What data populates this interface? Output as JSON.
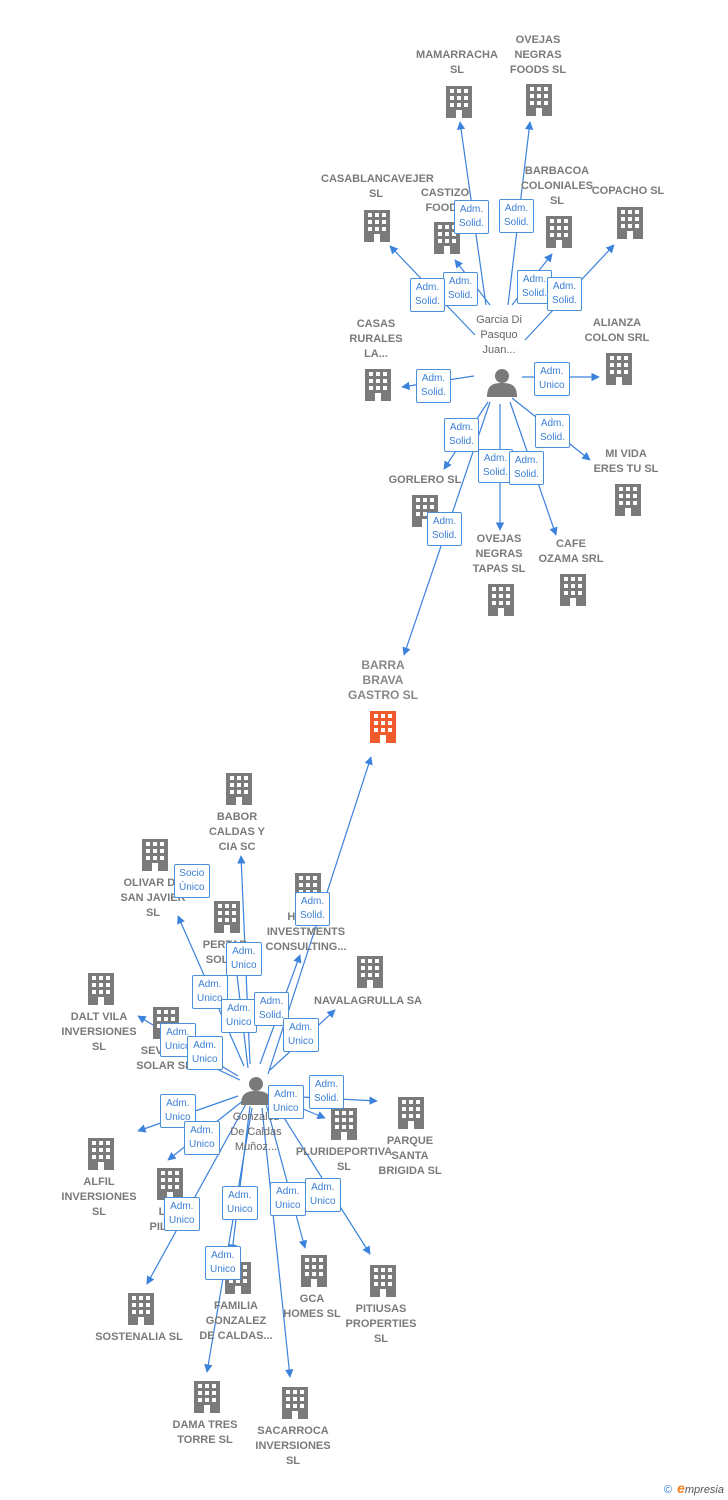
{
  "colors": {
    "edge": "#3b82dc",
    "building": "#7a7a7a",
    "center_building": "#f15a2b",
    "person": "#7a7a7a",
    "role_border": "#4a90d9"
  },
  "persons": [
    {
      "id": "p1",
      "label": "Garcia Di\nPasquo\nJuan..."
    },
    {
      "id": "p2",
      "label": "Gonzalez\nDe Caldas\nMuñoz..."
    }
  ],
  "companies": [
    {
      "id": "center",
      "label": "BARRA\nBRAVA\nGASTRO  SL",
      "is_center": true
    },
    {
      "id": "c1",
      "label": "MAMARRACHA\nSL"
    },
    {
      "id": "c2",
      "label": "OVEJAS\nNEGRAS\nFOODS  SL"
    },
    {
      "id": "c3",
      "label": "CASABLANCAVEJER\nSL"
    },
    {
      "id": "c4",
      "label": "CASTIZO\nFOODS"
    },
    {
      "id": "c5",
      "label": "BARBACOA\nCOLONIALES\nSL"
    },
    {
      "id": "c6",
      "label": "COPACHO  SL"
    },
    {
      "id": "c7",
      "label": "CASAS\nRURALES\nLA..."
    },
    {
      "id": "c8",
      "label": "ALIANZA\nCOLON SRL"
    },
    {
      "id": "c9",
      "label": "MI VIDA\nERES TU  SL"
    },
    {
      "id": "c10",
      "label": "GORLERO  SL"
    },
    {
      "id": "c11",
      "label": "OVEJAS\nNEGRAS\nTAPAS  SL"
    },
    {
      "id": "c12",
      "label": "CAFE\nOZAMA SRL"
    },
    {
      "id": "d1",
      "label": "BABOR\nCALDAS Y\nCIA SC"
    },
    {
      "id": "d2",
      "label": "OLIVAR DE\nSAN JAVIER\nSL"
    },
    {
      "id": "d3",
      "label": "HOTEL\nINVESTMENTS\nCONSULTING..."
    },
    {
      "id": "d4",
      "label": "PERTAR\nSOLAR"
    },
    {
      "id": "d5",
      "label": "NAVALAGRULLA SA"
    },
    {
      "id": "d6",
      "label": "DALT VILA\nINVERSIONES\nSL"
    },
    {
      "id": "d7",
      "label": "SEVILLA\nSOLAR SL"
    },
    {
      "id": "d8",
      "label": "PLURIDEPORTIVA\nSL"
    },
    {
      "id": "d9",
      "label": "PARQUE\nSANTA\nBRIGIDA  SL"
    },
    {
      "id": "d10",
      "label": "ALFIL\nINVERSIONES\nSL"
    },
    {
      "id": "d11",
      "label": "LA\nPILAR"
    },
    {
      "id": "d12",
      "label": "SOSTENALIA SL"
    },
    {
      "id": "d13",
      "label": "FAMILIA\nGONZALEZ\nDE CALDAS..."
    },
    {
      "id": "d14",
      "label": "GCA\nHOMES  SL"
    },
    {
      "id": "d15",
      "label": "PITIUSAS\nPROPERTIES\nSL"
    },
    {
      "id": "d16",
      "label": "DAMA TRES\nTORRE  SL"
    },
    {
      "id": "d17",
      "label": "SACARROCA\nINVERSIONES\nSL"
    }
  ],
  "roles": [
    {
      "id": "r1",
      "label": "Adm.\nSolid."
    },
    {
      "id": "r2",
      "label": "Adm.\nSolid."
    },
    {
      "id": "r3",
      "label": "Adm.\nSolid."
    },
    {
      "id": "r4",
      "label": "Adm.\nSolid."
    },
    {
      "id": "r5",
      "label": "Adm.\nSolid."
    },
    {
      "id": "r6",
      "label": "Adm.\nSolid."
    },
    {
      "id": "r7",
      "label": "Adm.\nSolid."
    },
    {
      "id": "r8",
      "label": "Adm.\nUnico"
    },
    {
      "id": "r9",
      "label": "Adm.\nSolid."
    },
    {
      "id": "r10",
      "label": "Adm.\nSolid."
    },
    {
      "id": "r11",
      "label": "Adm.\nSolid."
    },
    {
      "id": "r12",
      "label": "Adm.\nSolid."
    },
    {
      "id": "r13",
      "label": "Adm.\nSolid."
    },
    {
      "id": "r14",
      "label": "Adm.\nSolid."
    },
    {
      "id": "q1",
      "label": "Socio\nÚnico"
    },
    {
      "id": "q2",
      "label": "Adm.\nSolid."
    },
    {
      "id": "q3",
      "label": "Adm.\nUnico"
    },
    {
      "id": "q4",
      "label": "Adm.\nUnico"
    },
    {
      "id": "q5",
      "label": "Adm.\nUnico"
    },
    {
      "id": "q6",
      "label": "Adm.\nSolid."
    },
    {
      "id": "q7",
      "label": "Adm.\nUnico"
    },
    {
      "id": "q8",
      "label": "Adm.\nUnico"
    },
    {
      "id": "q9",
      "label": "Adm.\nUnico"
    },
    {
      "id": "q10",
      "label": "Adm.\nUnico"
    },
    {
      "id": "q11",
      "label": "Adm.\nSolid."
    },
    {
      "id": "q12",
      "label": "Adm.\nUnico"
    },
    {
      "id": "q13",
      "label": "Adm.\nUnico"
    },
    {
      "id": "q14",
      "label": "Adm.\nUnico"
    },
    {
      "id": "q15",
      "label": "Adm.\nUnico"
    },
    {
      "id": "q16",
      "label": "Adm.\nUnico"
    },
    {
      "id": "q17",
      "label": "Adm.\nUnico"
    },
    {
      "id": "q18",
      "label": "Adm.\nUnico"
    }
  ],
  "footer": {
    "copyright": "©",
    "brand_initial": "e",
    "brand_rest": "mpresia"
  }
}
